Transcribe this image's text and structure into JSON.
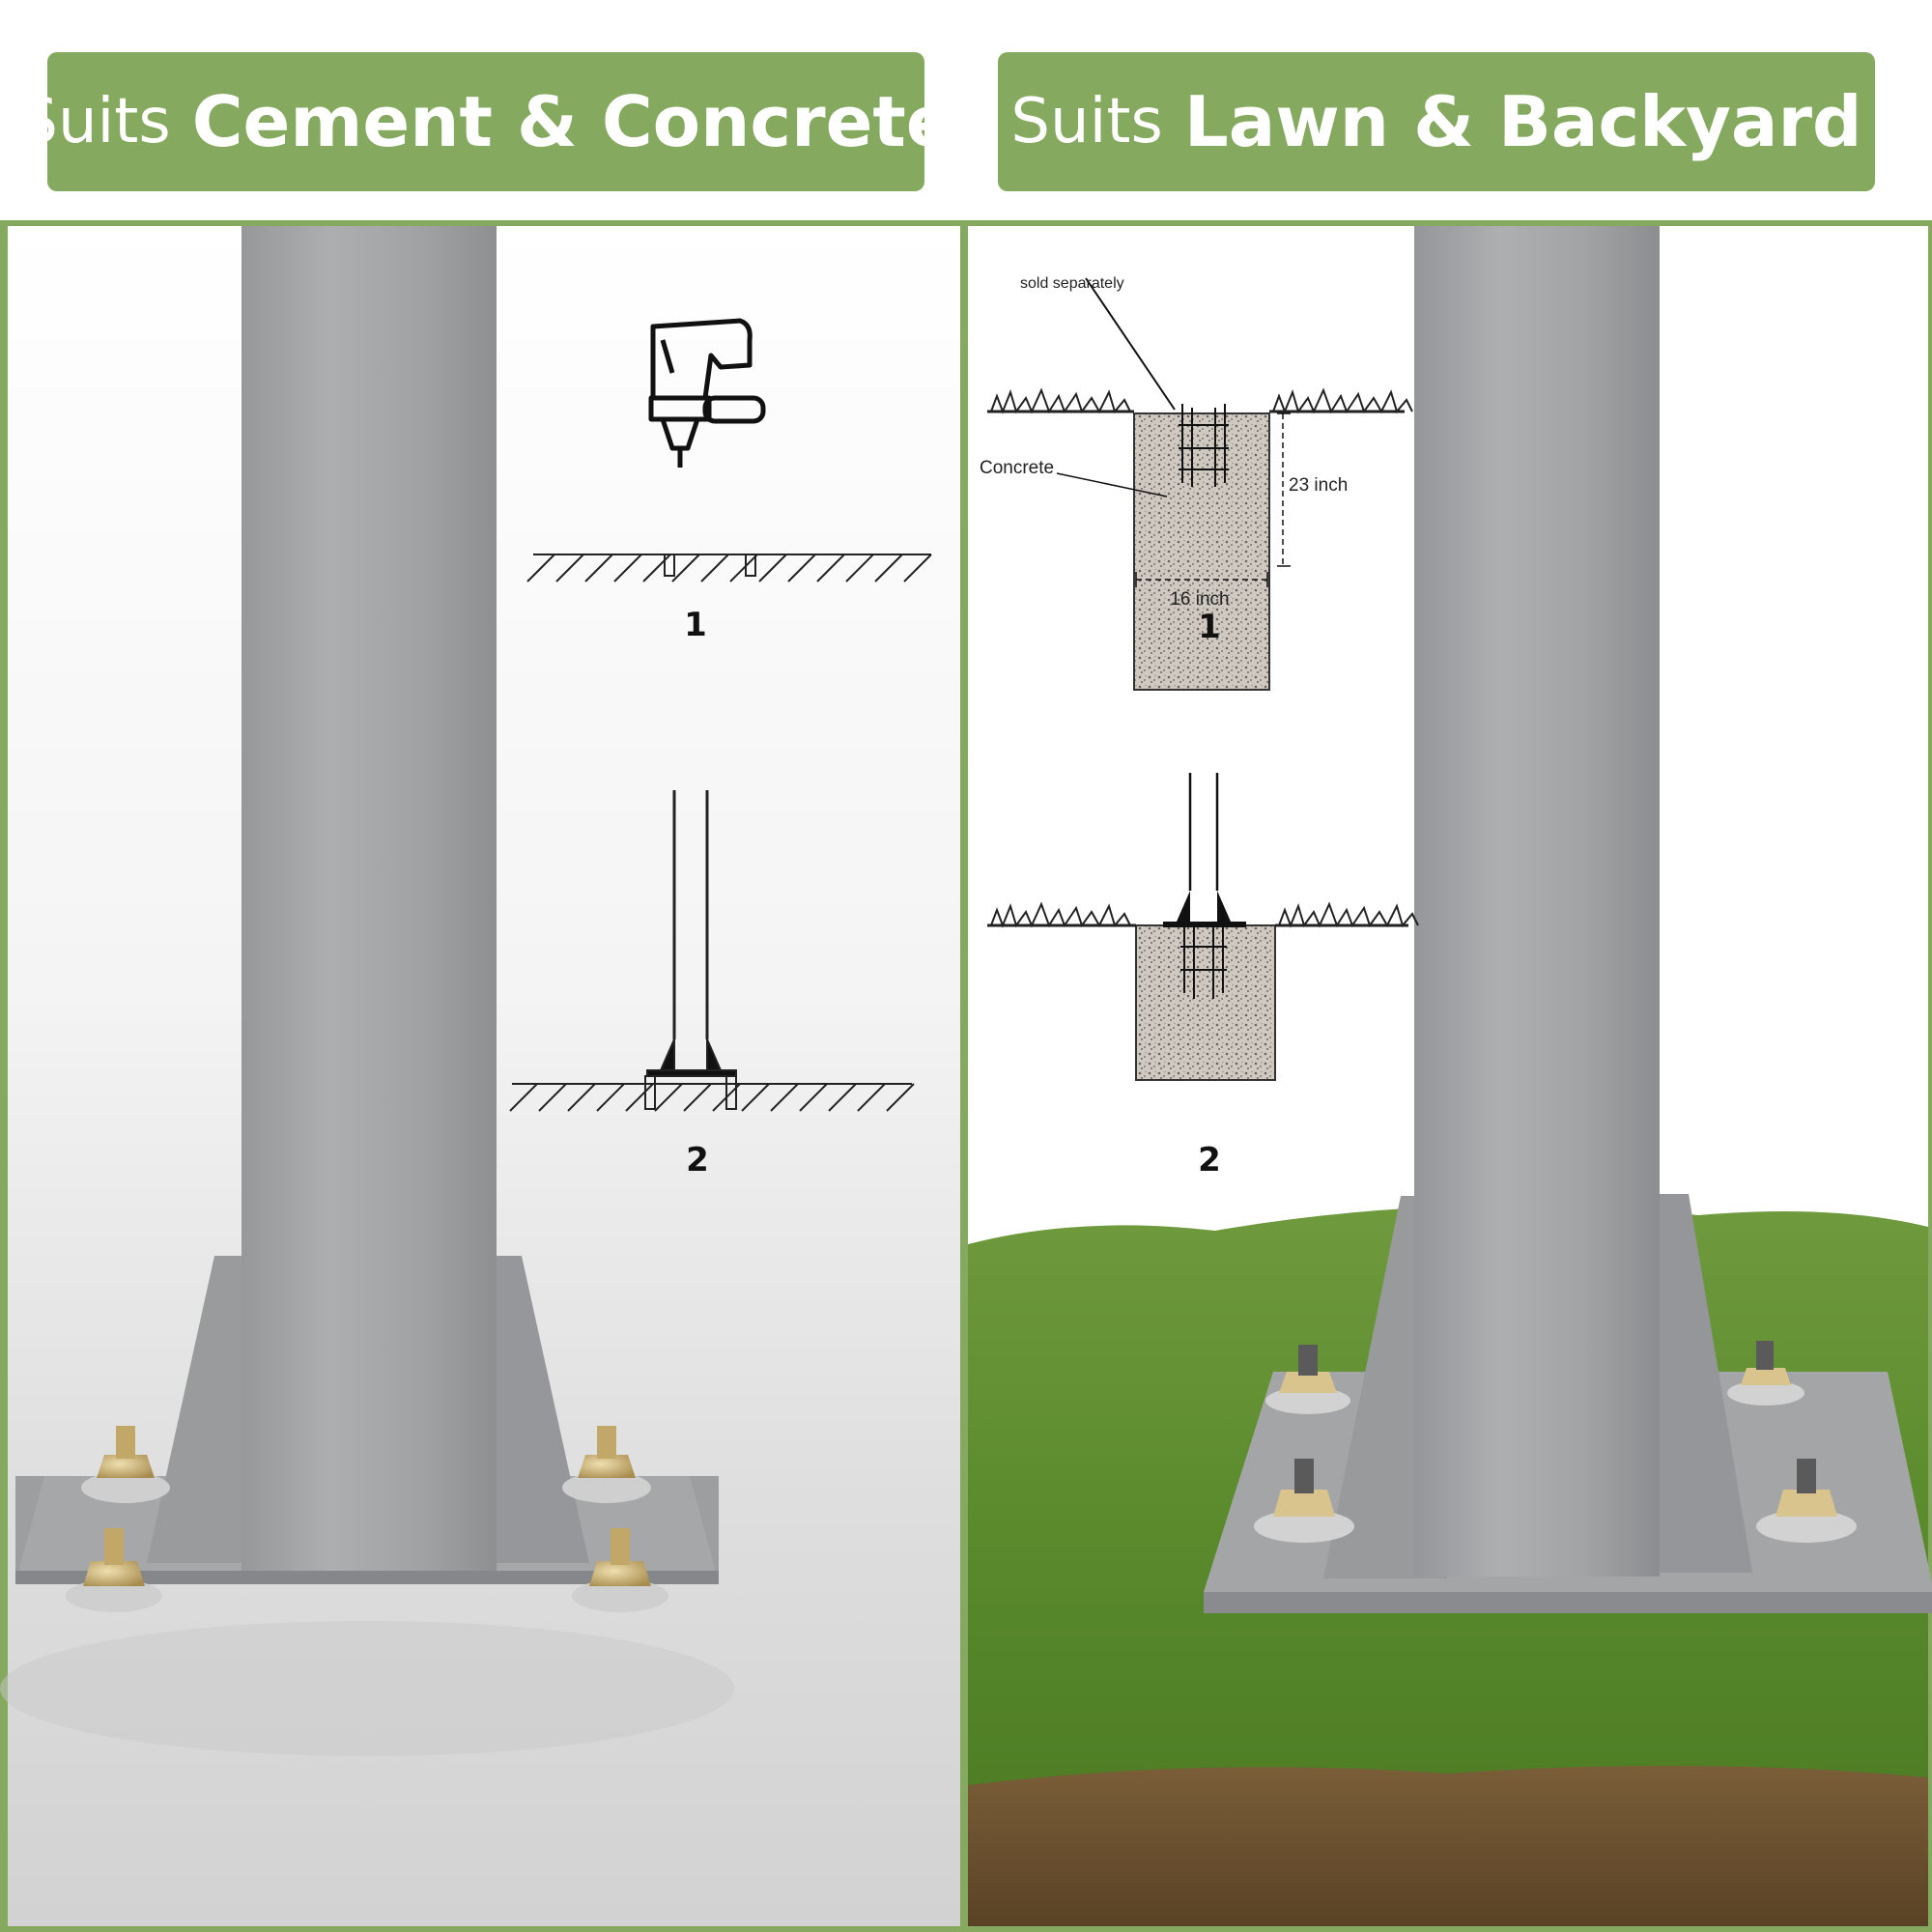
{
  "banners": {
    "left": {
      "prefix": "Suits",
      "emphasis": "Cement & Concrete"
    },
    "right": {
      "prefix": "Suits",
      "emphasis": "Lawn & Backyard"
    }
  },
  "left_panel": {
    "step1": "1",
    "step2": "2",
    "icons": [
      "drill-icon"
    ]
  },
  "right_panel": {
    "step1": "1",
    "step2": "2",
    "label_sold_separately": "sold separately",
    "label_concrete": "Concrete",
    "label_depth": "23 inch",
    "label_width": "16 inch"
  },
  "colors": {
    "banner_green": "#84a95f",
    "post_gray": "#a3a4a6",
    "bolt_brass": "#c9b27a",
    "grass_green": "#5e8f2f",
    "soil_brown": "#6b5231"
  }
}
